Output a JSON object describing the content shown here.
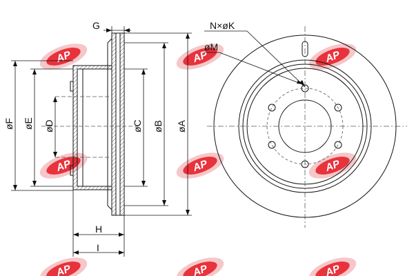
{
  "watermark": {
    "text": "AP",
    "color": "#e8323c"
  },
  "labels": {
    "G": "G",
    "H": "H",
    "I": "I",
    "F": "øF",
    "E": "øE",
    "D": "øD",
    "C": "øC",
    "B": "øB",
    "A": "øA",
    "M": "øM",
    "NK": "N×øK"
  },
  "colors": {
    "line": "#111111",
    "dash": "#555555",
    "hatch": "#333333"
  }
}
